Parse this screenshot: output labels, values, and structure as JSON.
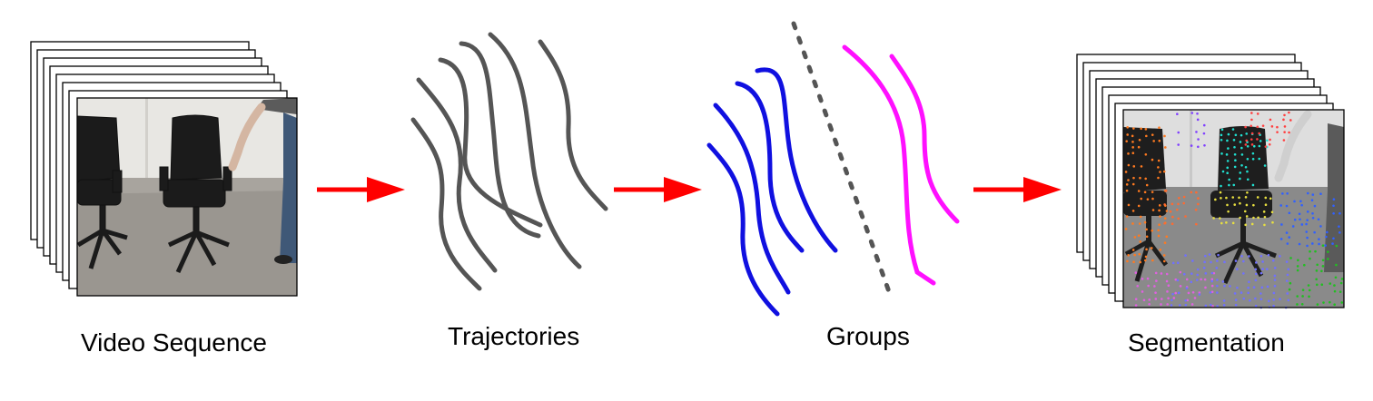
{
  "labels": {
    "video_sequence": "Video Sequence",
    "trajectories": "Trajectories",
    "groups": "Groups",
    "segmentation": "Segmentation"
  },
  "colors": {
    "arrow": "#ff0000",
    "trajectory": "#555555",
    "group_a": "#1010e0",
    "group_b": "#ff10ff",
    "separator": "#555555",
    "frame_border": "#000000"
  },
  "icons": {
    "video_frame_stack": "stacked-frames-icon",
    "segmentation_frame_stack": "stacked-frames-icon",
    "pipeline_arrow": "right-arrow-icon"
  }
}
